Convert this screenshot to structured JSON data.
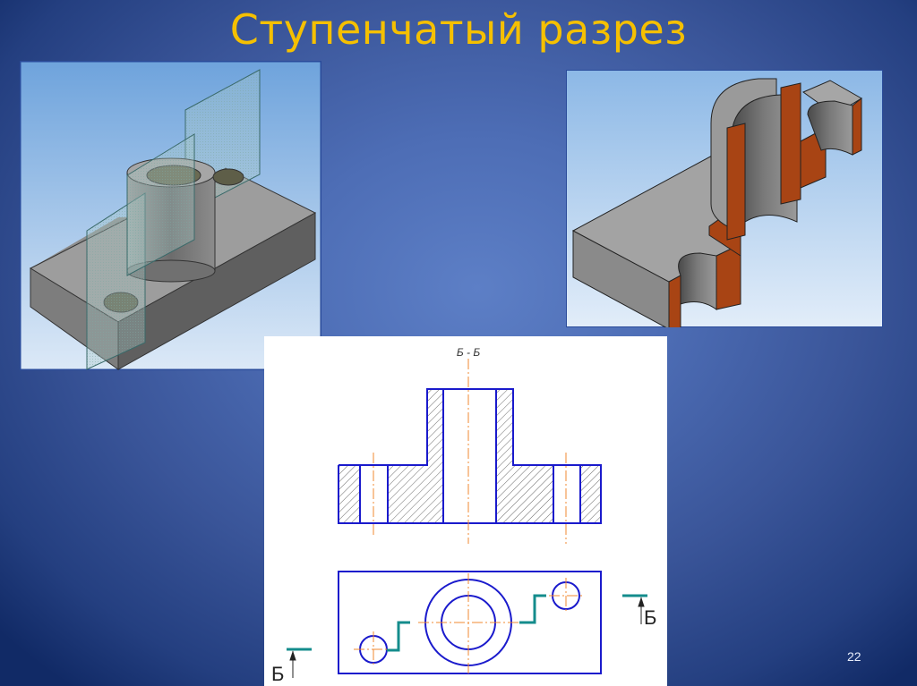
{
  "slide": {
    "title": "Ступенчатый разрез",
    "number": "22",
    "colors": {
      "title": "#f5c000",
      "background_center": "#5d7fc6",
      "background_edge": "#112a66",
      "outline_blue": "#1a1acc",
      "centerline_orange": "#f08a30",
      "cut_plane_teal": "#148c8c",
      "section_face": "#a84414"
    }
  },
  "left_image": {
    "caption": "3D model with stepped cutting planes",
    "icon": "part-with-cutting-planes"
  },
  "right_image": {
    "caption": "3D model after stepped section",
    "icon": "sectioned-part"
  },
  "drawing": {
    "section_label": "Б - Б",
    "cut_label_left": "Б",
    "cut_label_right": "Б"
  }
}
